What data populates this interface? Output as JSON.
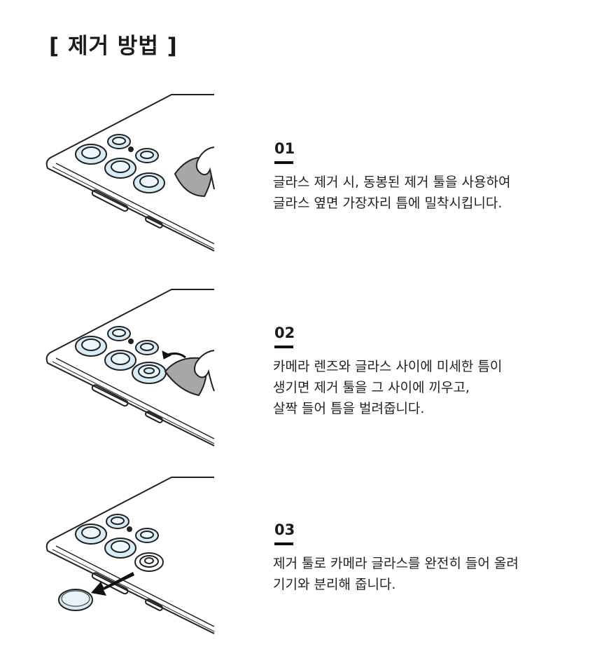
{
  "title": "[ 제거 방법 ]",
  "steps": [
    {
      "number": "01",
      "lines": [
        "글라스 제거 시, 동봉된 제거 툴을 사용하여",
        "글라스 옆면 가장자리 틈에 밀착시킵니다."
      ],
      "illustration": "phone-camera-glass-tool-placement"
    },
    {
      "number": "02",
      "lines": [
        "카메라 렌즈와 글라스 사이에 미세한 틈이",
        "생기면 제거 툴을 그 사이에 끼우고,",
        "살짝 들어 틈을 벌려줍니다."
      ],
      "illustration": "phone-camera-glass-tool-lifting"
    },
    {
      "number": "03",
      "lines": [
        "제거 툴로 카메라 글라스를 완전히 들어 올려",
        "기기와 분리해 줍니다."
      ],
      "illustration": "phone-camera-glass-removed"
    }
  ],
  "colors": {
    "text": "#1a1a1a",
    "lens_tint": "#d7ecf5",
    "tool": "#a7a7a7"
  }
}
